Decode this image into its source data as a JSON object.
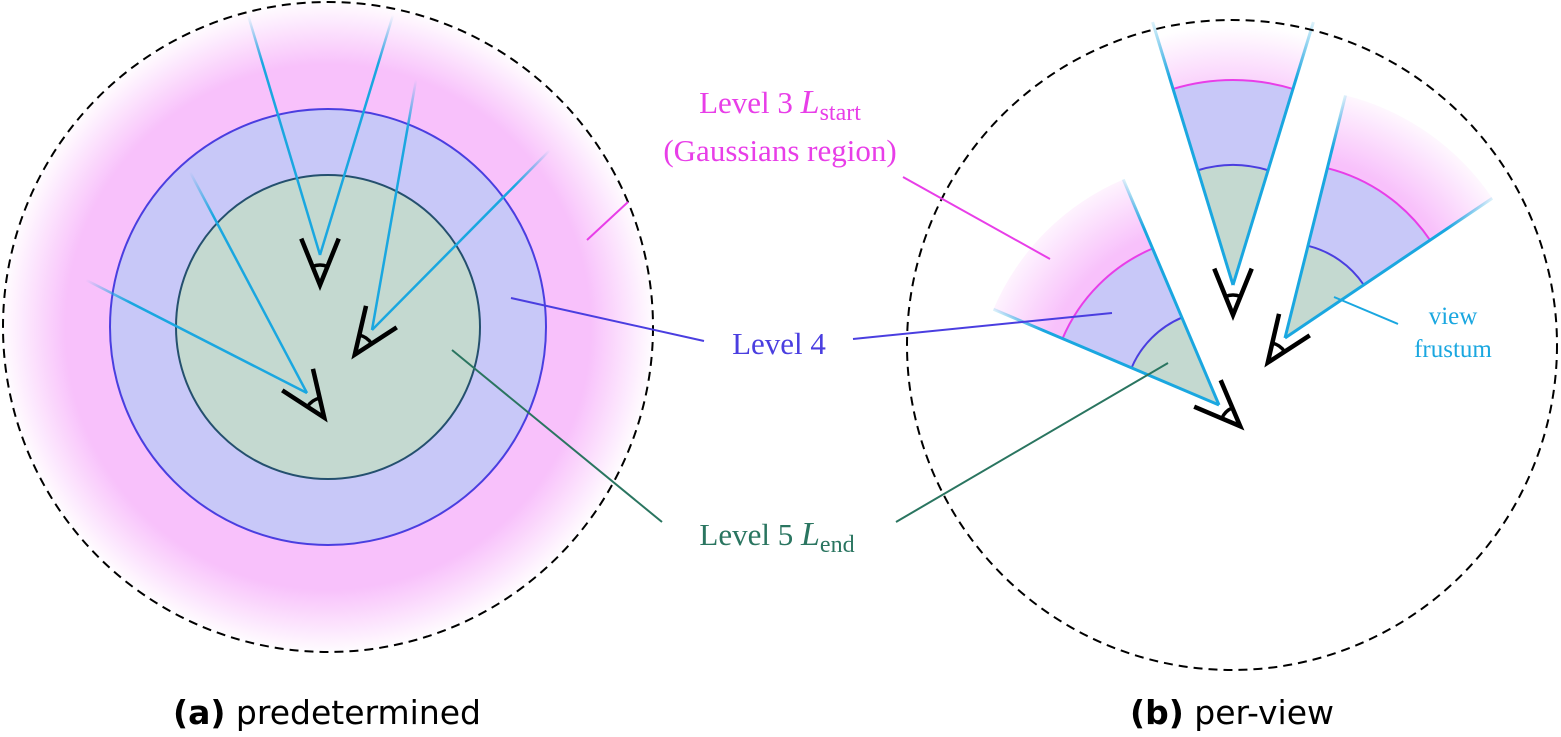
{
  "colors": {
    "level3": "#e83ee8",
    "level3_fill": "#f8c1fb",
    "level4": "#4a3ee0",
    "level4_fill": "#c8c8f8",
    "level5": "#2a7560",
    "level5_fill": "#c4d9d0",
    "level5_stroke": "#24506e",
    "frustum": "#1aa7e0",
    "camera": "#000000"
  },
  "labels": {
    "level3_line1_prefix": "Level 3 ",
    "level3_symbol": "L",
    "level3_subscript": "start",
    "level3_line2": "(Gaussians region)",
    "level4": "Level 4",
    "level5_prefix": "Level 5 ",
    "level5_symbol": "L",
    "level5_subscript": "end",
    "view_frustum_line1": "view",
    "view_frustum_line2": "frustum"
  },
  "captions": {
    "a_tag": "(a)",
    "a_text": " predetermined",
    "b_tag": "(b)",
    "b_text": " per-view"
  },
  "panels": [
    {
      "id": "a",
      "name": "predetermined",
      "cameras": 3
    },
    {
      "id": "b",
      "name": "per-view",
      "cameras": 3
    }
  ]
}
